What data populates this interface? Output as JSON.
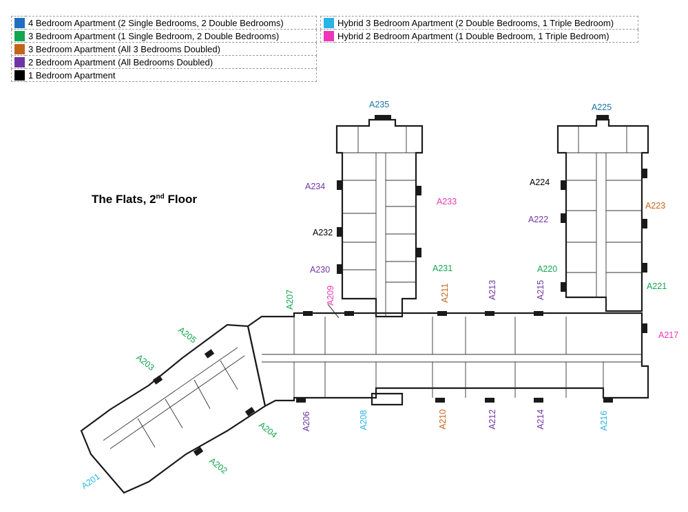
{
  "legend": {
    "left": [
      {
        "label": "4 Bedroom Apartment (2 Single Bedrooms, 2 Double Bedrooms)",
        "color": "#1F6FBE"
      },
      {
        "label": "3 Bedroom Apartment (1 Single Bedroom, 2 Double Bedrooms)",
        "color": "#12A650"
      },
      {
        "label": "3 Bedroom Apartment (All 3 Bedrooms Doubled)",
        "color": "#C2651A"
      },
      {
        "label": "2 Bedroom Apartment (All Bedrooms Doubled)",
        "color": "#6F35A5"
      },
      {
        "label": "1 Bedroom Apartment",
        "color": "#000000"
      }
    ],
    "right": [
      {
        "label": "Hybrid 3 Bedroom Apartment (2 Double Bedrooms, 1 Triple Bedroom)",
        "color": "#27B4E8"
      },
      {
        "label": "Hybrid 2 Bedroom Apartment (1 Double Bedroom, 1 Triple Bedroom)",
        "color": "#EE35B8"
      }
    ]
  },
  "title": {
    "main": "The Flats, 2",
    "sup": "nd",
    "rest": " Floor"
  },
  "colors": {
    "blue": "#1A73A8",
    "green": "#12A650",
    "orange": "#C2651A",
    "purple": "#6F35A5",
    "black": "#000000",
    "cyan": "#27B4E8",
    "magenta": "#EE35B8",
    "wall": "#1a1a1a"
  },
  "units": [
    {
      "id": "A235",
      "color": "blue"
    },
    {
      "id": "A225",
      "color": "blue"
    },
    {
      "id": "A224",
      "color": "black"
    },
    {
      "id": "A234",
      "color": "purple"
    },
    {
      "id": "A233",
      "color": "magenta"
    },
    {
      "id": "A223",
      "color": "orange"
    },
    {
      "id": "A222",
      "color": "purple"
    },
    {
      "id": "A232",
      "color": "black"
    },
    {
      "id": "A230",
      "color": "purple"
    },
    {
      "id": "A231",
      "color": "green"
    },
    {
      "id": "A220",
      "color": "green"
    },
    {
      "id": "A221",
      "color": "green"
    },
    {
      "id": "A207",
      "color": "green"
    },
    {
      "id": "A209",
      "color": "magenta"
    },
    {
      "id": "A211",
      "color": "orange"
    },
    {
      "id": "A213",
      "color": "purple"
    },
    {
      "id": "A215",
      "color": "purple"
    },
    {
      "id": "A217",
      "color": "magenta"
    },
    {
      "id": "A205",
      "color": "green"
    },
    {
      "id": "A203",
      "color": "green"
    },
    {
      "id": "A204",
      "color": "green"
    },
    {
      "id": "A202",
      "color": "green"
    },
    {
      "id": "A201",
      "color": "cyan"
    },
    {
      "id": "A206",
      "color": "purple"
    },
    {
      "id": "A208",
      "color": "cyan"
    },
    {
      "id": "A210",
      "color": "orange"
    },
    {
      "id": "A212",
      "color": "purple"
    },
    {
      "id": "A214",
      "color": "purple"
    },
    {
      "id": "A216",
      "color": "cyan"
    }
  ]
}
